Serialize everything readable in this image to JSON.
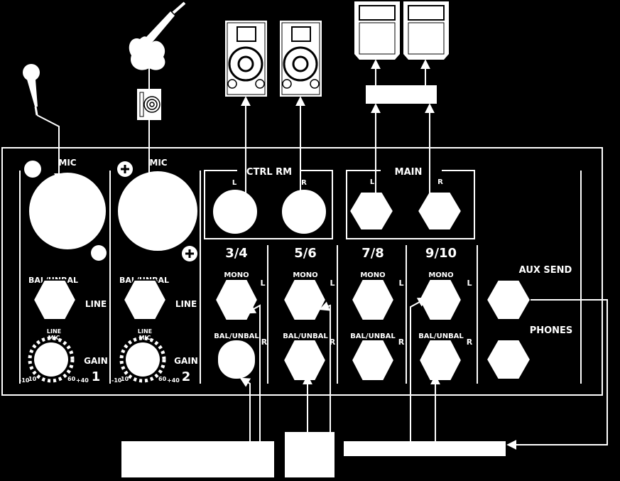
{
  "colors": {
    "background": "#000000",
    "foreground": "#ffffff"
  },
  "icons": {
    "source_mic": "microphone-icon",
    "source_guitar": "guitar-icon",
    "di_box": "di-box-icon",
    "monitor_speaker": "studio-monitor-speaker-icon",
    "pa_speaker": "pa-speaker-icon"
  },
  "channels": [
    {
      "mic_label": "MIC",
      "balunbal_label": "BAL/UNBAL",
      "line_label": "LINE",
      "knob_top": "LINE",
      "knob_top2": "MIC",
      "scale_left": "-10",
      "scale_left2": "10",
      "scale_right": "60",
      "scale_right2": "+40",
      "gain_label": "GAIN",
      "number": "1"
    },
    {
      "mic_label": "MIC",
      "balunbal_label": "BAL/UNBAL",
      "line_label": "LINE",
      "knob_top": "LINE",
      "knob_top2": "MIC",
      "scale_left": "-10",
      "scale_left2": "10",
      "scale_right": "60",
      "scale_right2": "+40",
      "gain_label": "GAIN",
      "number": "2"
    }
  ],
  "ctrl_rm": {
    "title": "CTRL RM",
    "left": "L",
    "right": "R"
  },
  "main": {
    "title": "MAIN",
    "left": "L",
    "right": "R"
  },
  "stereo_channels": [
    {
      "number": "3/4",
      "mono_label": "MONO",
      "l": "L",
      "balunbal_label": "BAL/UNBAL",
      "r": "R"
    },
    {
      "number": "5/6",
      "mono_label": "MONO",
      "l": "L",
      "balunbal_label": "BAL/UNBAL",
      "r": "R"
    },
    {
      "number": "7/8",
      "mono_label": "MONO",
      "l": "L",
      "balunbal_label": "BAL/UNBAL",
      "r": "R"
    },
    {
      "number": "9/10",
      "mono_label": "MONO",
      "l": "L",
      "balunbal_label": "BAL/UNBAL",
      "r": "R"
    }
  ],
  "aux_send_label": "AUX SEND",
  "phones_label": "PHONES"
}
